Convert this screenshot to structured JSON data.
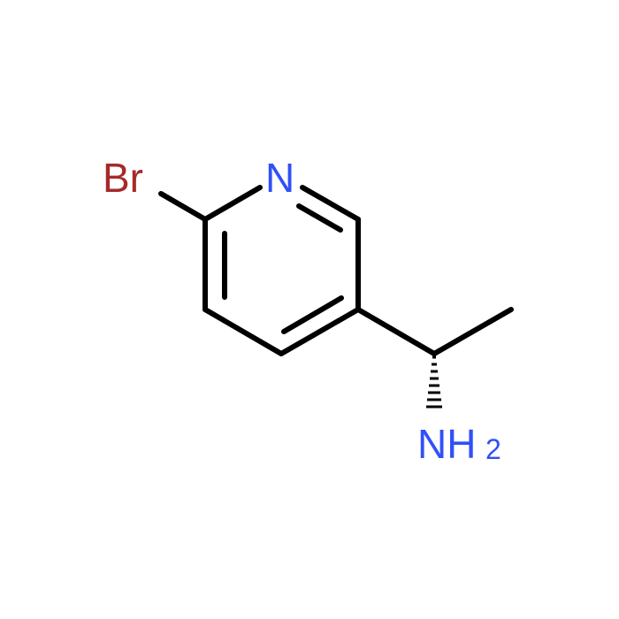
{
  "molecule": {
    "atoms": {
      "bromine": {
        "symbol": "Br",
        "color": "#A52A2A"
      },
      "ring_nitrogen": {
        "symbol": "N",
        "color": "#3050F8"
      },
      "amine": {
        "symbol": "NH",
        "subscript": "2",
        "color": "#3050F8"
      }
    },
    "bond_color": "#000000",
    "stereo_bond": "hashed-wedge"
  }
}
